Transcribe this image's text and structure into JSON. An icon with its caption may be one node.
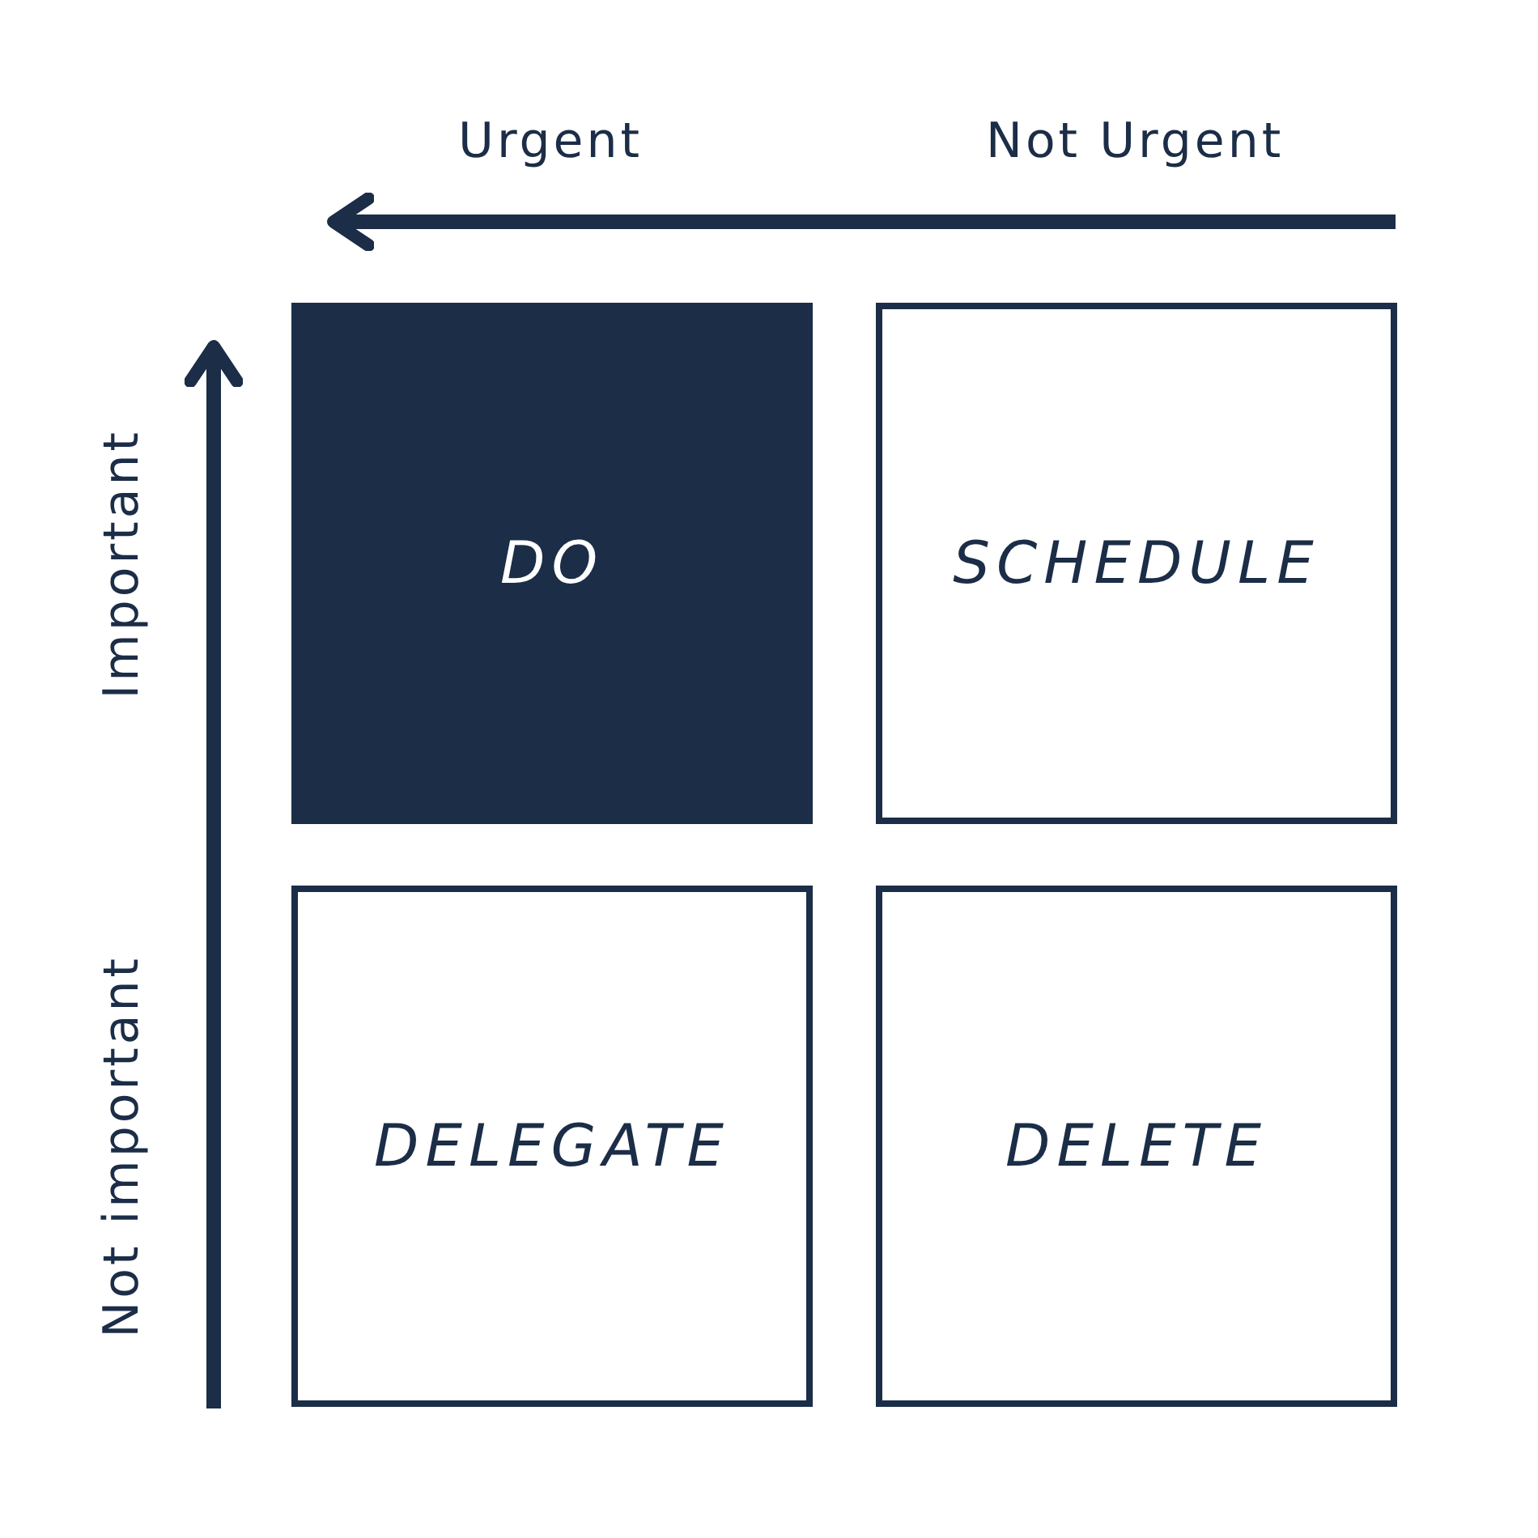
{
  "diagram": {
    "nodes": [
      {
        "text": [
          "DO"
        ]
      },
      {
        "text": [
          "SCHEDULE"
        ]
      },
      {
        "text": [
          "DELEGATE"
        ]
      },
      {
        "text": [
          "DELETE"
        ]
      }
    ],
    "labels": [
      "Urgent",
      "Not Urgent",
      "Important",
      "Not important"
    ]
  }
}
